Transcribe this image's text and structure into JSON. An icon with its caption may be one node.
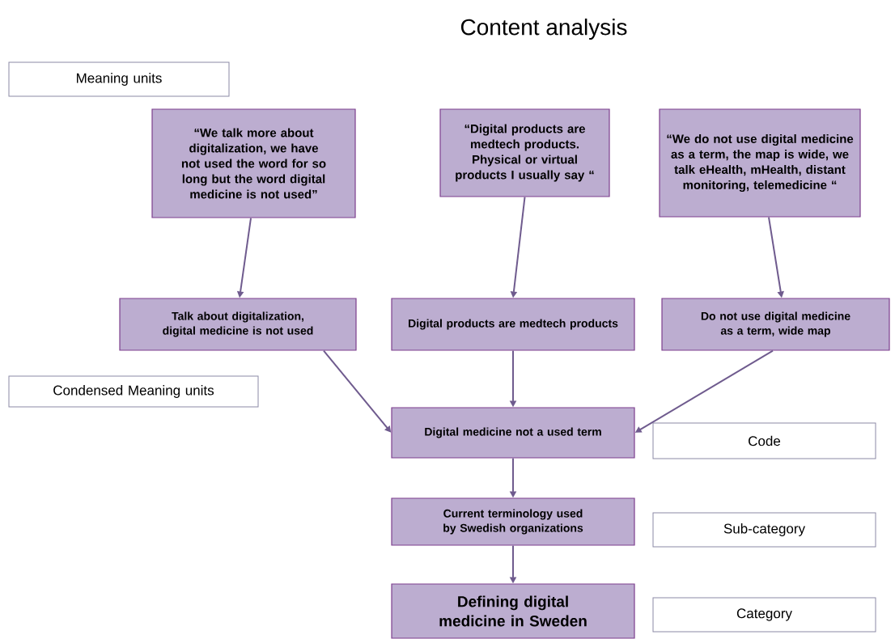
{
  "diagram": {
    "title": "Content analysis",
    "nodes": [
      {
        "text": [
          "Meaning units"
        ]
      },
      {
        "text": [
          "“We talk more about digitalization, we have not used the word for so long but the word digital medicine is not used”"
        ]
      },
      {
        "text": [
          "“Digital products are medtech products. Physical or virtual products I usually say “"
        ]
      },
      {
        "text": [
          "“We do not use digital medicine as a term, the map is wide, we talk eHealth, mHealth, distant monitoring, telemedicine “"
        ]
      },
      {
        "text": [
          "Talk about digitalization, digital medicine is not used"
        ]
      },
      {
        "text": [
          "Digital products are medtech products"
        ]
      },
      {
        "text": [
          "Do not use digital medicine as a term,  wide map"
        ]
      },
      {
        "text": [
          "Condensed Meaning units"
        ]
      },
      {
        "text": [
          "Digital medicine not a used term"
        ]
      },
      {
        "text": [
          "Code"
        ]
      },
      {
        "text": [
          "Current terminology used by Swedish organizations"
        ]
      },
      {
        "text": [
          "Sub-category"
        ]
      },
      {
        "text": [
          "Defining digital medicine in Sweden"
        ]
      },
      {
        "text": [
          "Category"
        ]
      }
    ],
    "edges": [
      {
        "from": 1,
        "to": 4,
        "arrow": "to"
      },
      {
        "from": 2,
        "to": 5,
        "arrow": "to"
      },
      {
        "from": 3,
        "to": 6,
        "arrow": "to"
      },
      {
        "from": 4,
        "to": 8,
        "arrow": "to"
      },
      {
        "from": 5,
        "to": 8,
        "arrow": "to"
      },
      {
        "from": 6,
        "to": 8,
        "arrow": "to"
      },
      {
        "from": 8,
        "to": 10,
        "arrow": "to"
      },
      {
        "from": 10,
        "to": 12,
        "arrow": "to"
      }
    ]
  }
}
